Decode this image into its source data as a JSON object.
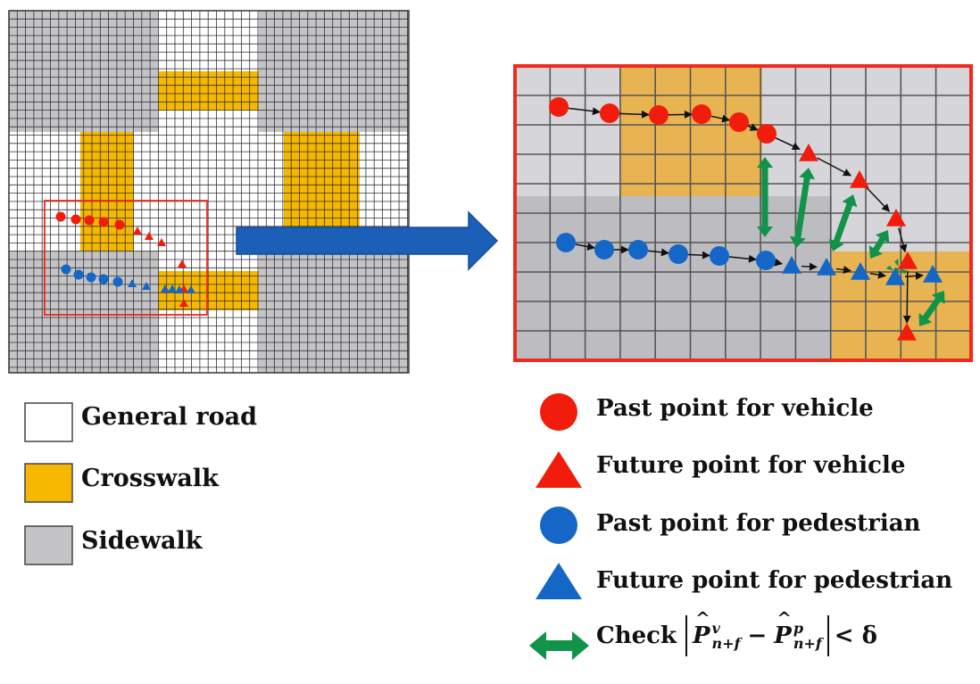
{
  "colors": {
    "general_road": "#ffffff",
    "crosswalk": "#f6b700",
    "crosswalk_zoom": "#e8b451",
    "sidewalk": "#c4c3c6",
    "sidewalk_zoom_light": "#d6d6da",
    "sidewalk_zoom_dark": "#bdbdc1",
    "vehicle": "#f21c0c",
    "pedestrian": "#1467c6",
    "check_arrow": "#11934a",
    "zoom_frame": "#ee2b1e",
    "big_arrow": "#1b5fb8"
  },
  "legend_left": [
    {
      "label": "General road",
      "swatch": "general_road"
    },
    {
      "label": "Crosswalk",
      "swatch": "crosswalk"
    },
    {
      "label": "Sidewalk",
      "swatch": "sidewalk"
    }
  ],
  "legend_right": [
    {
      "label": "Past point for vehicle",
      "marker": "circle",
      "color": "vehicle"
    },
    {
      "label": "Future point for vehicle",
      "marker": "triangle",
      "color": "vehicle"
    },
    {
      "label": "Past point for pedestrian",
      "marker": "circle",
      "color": "pedestrian"
    },
    {
      "label": "Future point for pedestrian",
      "marker": "triangle",
      "color": "pedestrian"
    }
  ],
  "check": {
    "word": "Check",
    "symbol": "P",
    "sup_vehicle": "v",
    "sup_pedestrian": "p",
    "subscript": "n+f",
    "minus": "−",
    "relation": "< δ"
  },
  "icons": {
    "zoom_arrow": "right-arrow-icon",
    "check_arrow": "double-headed-arrow-icon"
  }
}
